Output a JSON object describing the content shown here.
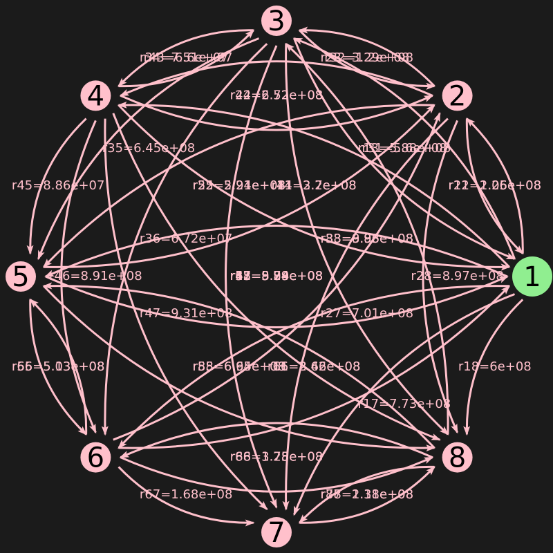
{
  "colors": {
    "background": "#1b1b1b",
    "edge": "#ffc0cb",
    "node": "#ffc0cb",
    "node_highlight": "#90ee90",
    "node_text": "#000000"
  },
  "nodes": [
    {
      "id": "1",
      "label": "1",
      "highlight": true
    },
    {
      "id": "2",
      "label": "2",
      "highlight": false
    },
    {
      "id": "3",
      "label": "3",
      "highlight": false
    },
    {
      "id": "4",
      "label": "4",
      "highlight": false
    },
    {
      "id": "5",
      "label": "5",
      "highlight": false
    },
    {
      "id": "6",
      "label": "6",
      "highlight": false
    },
    {
      "id": "7",
      "label": "7",
      "highlight": false
    },
    {
      "id": "8",
      "label": "8",
      "highlight": false
    }
  ],
  "edges": [
    {
      "from": "1",
      "to": "2",
      "label": "r12=1.25e+08"
    },
    {
      "from": "1",
      "to": "3",
      "label": "r13=5.88e+08"
    },
    {
      "from": "1",
      "to": "4",
      "label": "r14=2.7e+08"
    },
    {
      "from": "1",
      "to": "5",
      "label": "r15=5.29e+08"
    },
    {
      "from": "1",
      "to": "6",
      "label": "r16=2.66e+08"
    },
    {
      "from": "1",
      "to": "7",
      "label": "r17=7.73e+08"
    },
    {
      "from": "1",
      "to": "8",
      "label": "r18=6e+08"
    },
    {
      "from": "2",
      "to": "1",
      "label": "r21=2.06e+08"
    },
    {
      "from": "2",
      "to": "3",
      "label": "r23=3.29e+08"
    },
    {
      "from": "2",
      "to": "4",
      "label": "r24=2.52e+08"
    },
    {
      "from": "2",
      "to": "5",
      "label": "r25=2.94e+08"
    },
    {
      "from": "2",
      "to": "7",
      "label": "r27=7.01e+08"
    },
    {
      "from": "2",
      "to": "8",
      "label": "r28=8.97e+08"
    },
    {
      "from": "3",
      "to": "1",
      "label": "r31=5.6e+08"
    },
    {
      "from": "3",
      "to": "2",
      "label": "r32=1.2e+08"
    },
    {
      "from": "3",
      "to": "4",
      "label": "r34=7.51e+07"
    },
    {
      "from": "3",
      "to": "5",
      "label": "r35=6.45e+08"
    },
    {
      "from": "3",
      "to": "6",
      "label": "r36=6.72e+07"
    },
    {
      "from": "3",
      "to": "7",
      "label": "r37=8.98e+08"
    },
    {
      "from": "3",
      "to": "8",
      "label": "r38=8.96e+08"
    },
    {
      "from": "4",
      "to": "1",
      "label": "r41=3.2e+08"
    },
    {
      "from": "4",
      "to": "2",
      "label": "r42=6.72e+08"
    },
    {
      "from": "4",
      "to": "3",
      "label": "r43=6.6e+07"
    },
    {
      "from": "4",
      "to": "5",
      "label": "r45=8.86e+07"
    },
    {
      "from": "4",
      "to": "6",
      "label": "r46=8.91e+08"
    },
    {
      "from": "4",
      "to": "7",
      "label": "r47=9.31e+08"
    },
    {
      "from": "4",
      "to": "8",
      "label": "r48=8.74e+08"
    },
    {
      "from": "5",
      "to": "1",
      "label": "r51=5.29e+08"
    },
    {
      "from": "5",
      "to": "2",
      "label": "r52=5.21e+08"
    },
    {
      "from": "5",
      "to": "6",
      "label": "r56=5.13e+08"
    },
    {
      "from": "5",
      "to": "8",
      "label": "r58=6.95e+08"
    },
    {
      "from": "6",
      "to": "1",
      "label": "r61=8.42e+08"
    },
    {
      "from": "6",
      "to": "2",
      "label": "r62=9.84e+08"
    },
    {
      "from": "6",
      "to": "5",
      "label": "r65=5.03e+08"
    },
    {
      "from": "6",
      "to": "7",
      "label": "r67=1.68e+08"
    },
    {
      "from": "6",
      "to": "8",
      "label": "r68=3.75e+08"
    },
    {
      "from": "7",
      "to": "8",
      "label": "r78=2.38e+08"
    },
    {
      "from": "8",
      "to": "3",
      "label": "r83=9.83e+08"
    },
    {
      "from": "8",
      "to": "5",
      "label": "r85=6.64e+08"
    },
    {
      "from": "8",
      "to": "6",
      "label": "r86=1.28e+08"
    },
    {
      "from": "8",
      "to": "7",
      "label": "r87=1.11e+08"
    }
  ]
}
